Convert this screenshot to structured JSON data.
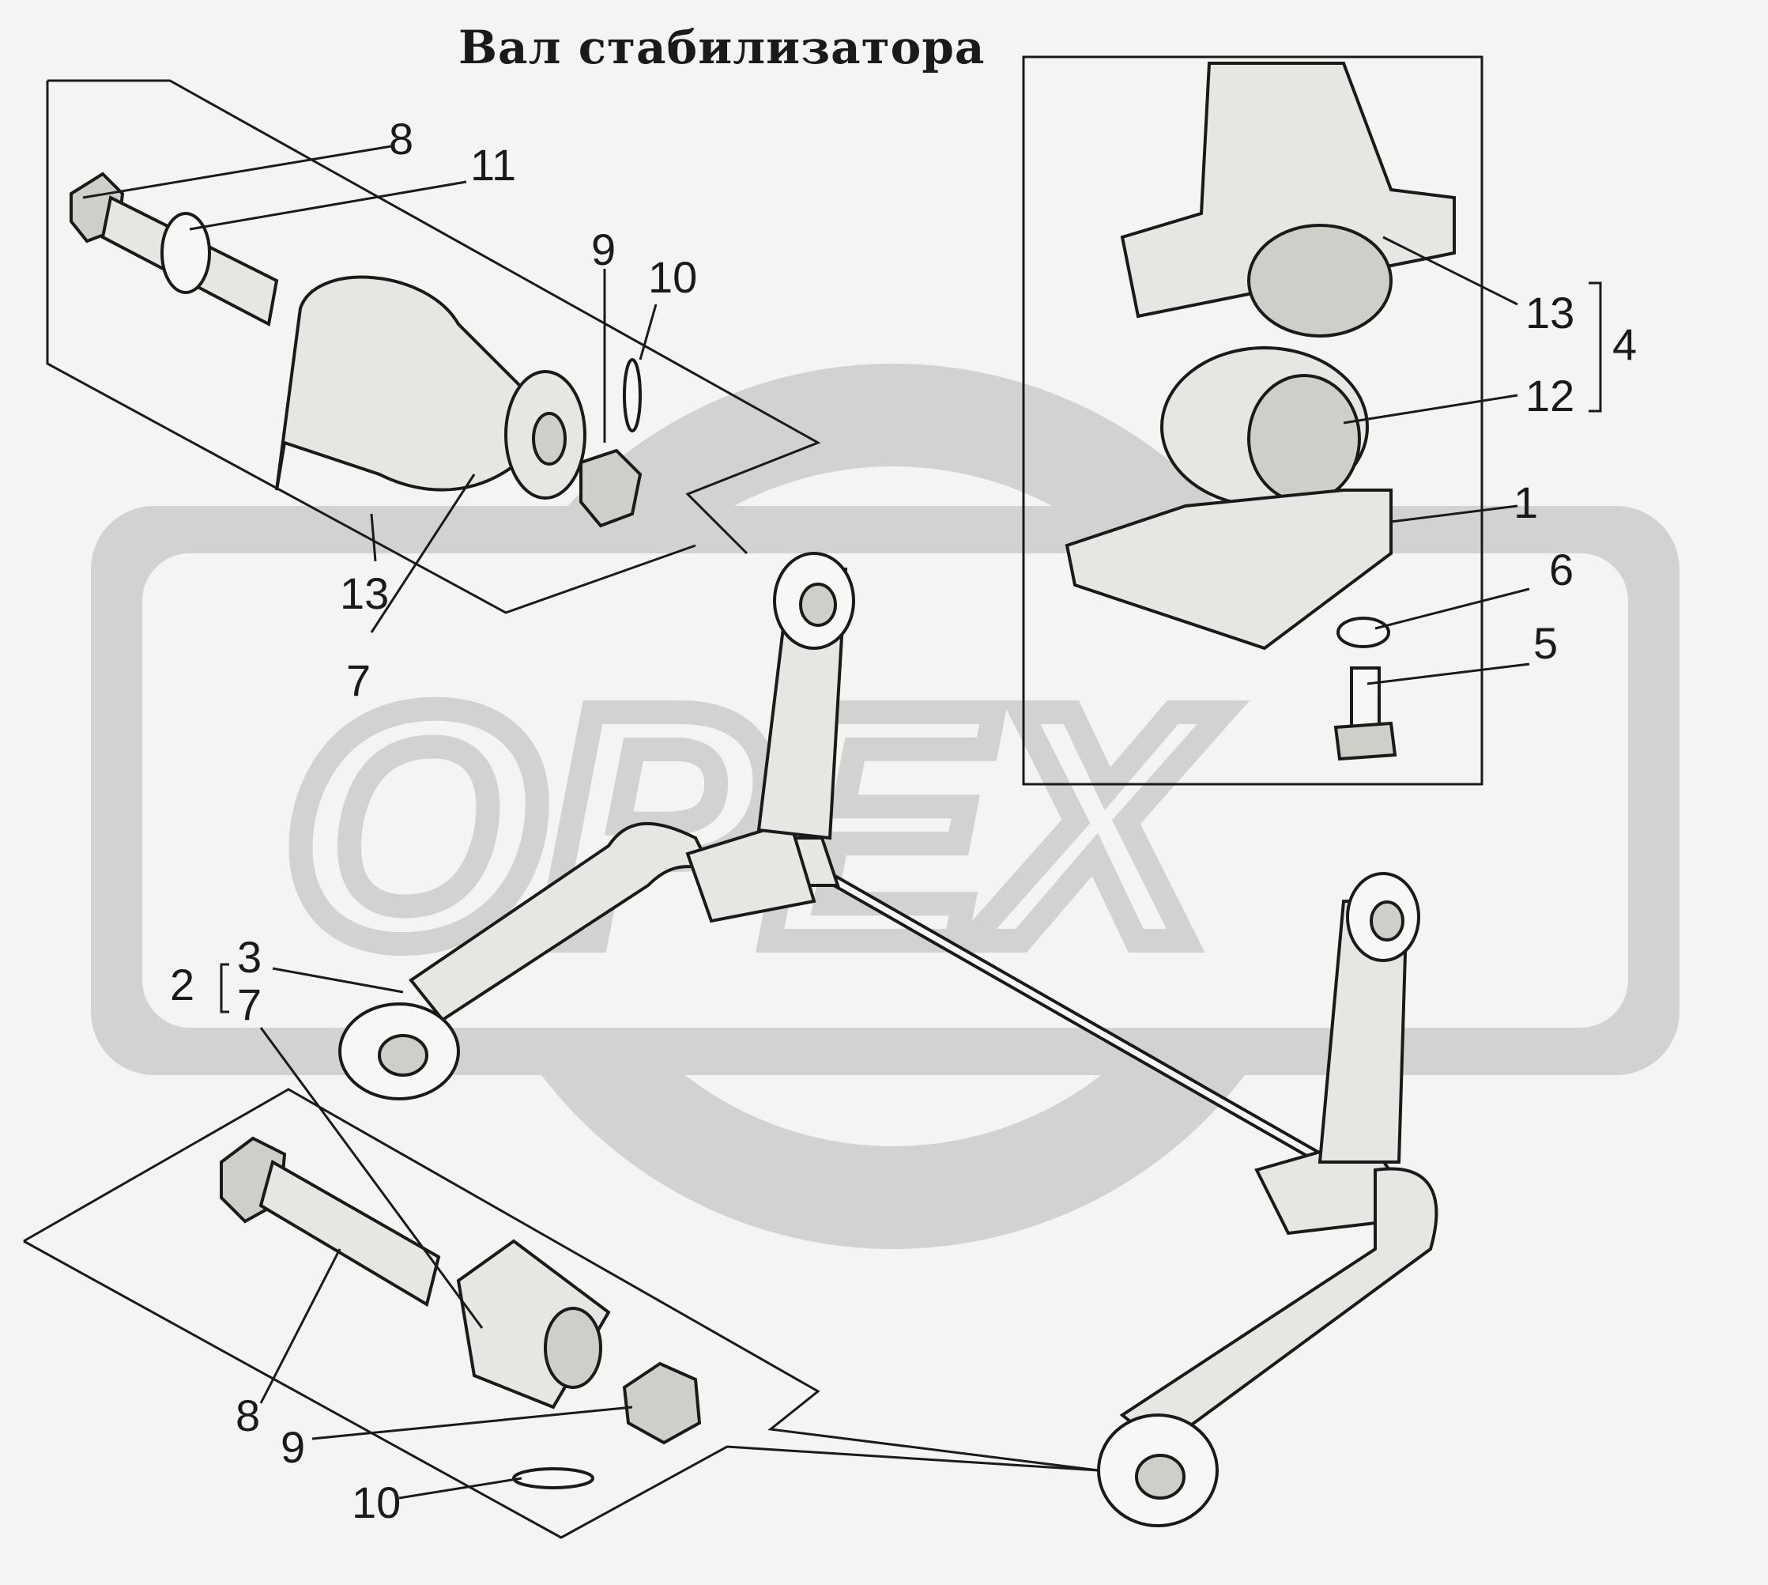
{
  "title": "Вал стабилизатора",
  "watermark": {
    "text": "OPEX",
    "color": "#d2d2d0"
  },
  "callouts": [
    {
      "id": "c8a",
      "text": "8"
    },
    {
      "id": "c11",
      "text": "11"
    },
    {
      "id": "c9a",
      "text": "9"
    },
    {
      "id": "c10a",
      "text": "10"
    },
    {
      "id": "c13a",
      "text": "13"
    },
    {
      "id": "c7a",
      "text": "7"
    },
    {
      "id": "c13b",
      "text": "13"
    },
    {
      "id": "c12",
      "text": "12"
    },
    {
      "id": "c4",
      "text": "4"
    },
    {
      "id": "c1",
      "text": "1"
    },
    {
      "id": "c6",
      "text": "6"
    },
    {
      "id": "c5",
      "text": "5"
    },
    {
      "id": "c2",
      "text": "2"
    },
    {
      "id": "c3",
      "text": "3"
    },
    {
      "id": "c7b",
      "text": "7"
    },
    {
      "id": "c8b",
      "text": "8"
    },
    {
      "id": "c9b",
      "text": "9"
    },
    {
      "id": "c10b",
      "text": "10"
    }
  ]
}
